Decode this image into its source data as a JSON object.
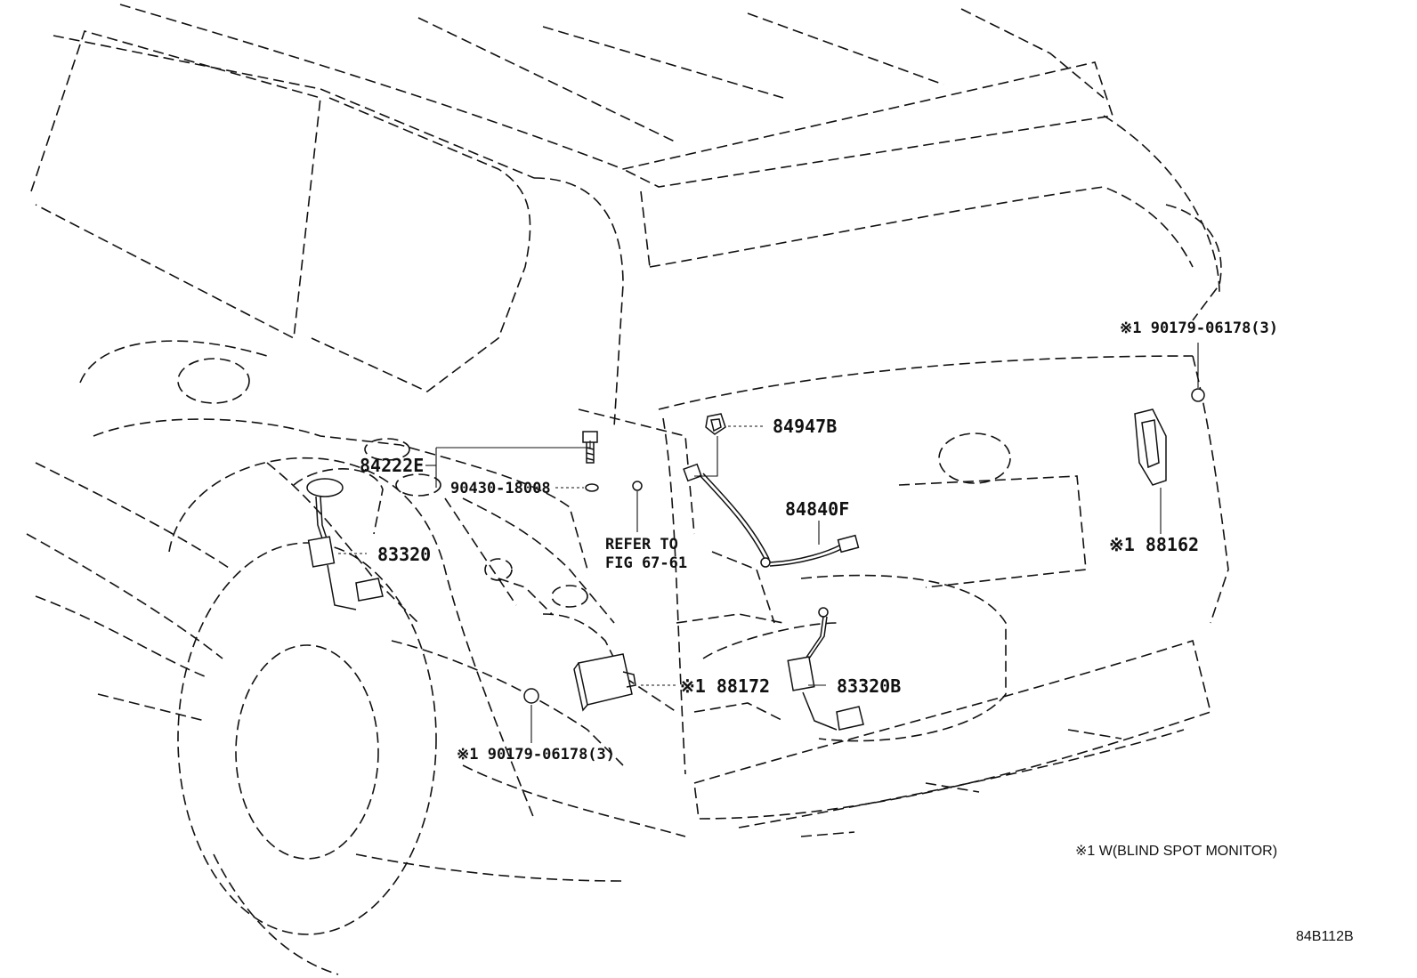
{
  "callouts": {
    "p84947b": "84947B",
    "p84222e": "84222E",
    "p90430": "90430-18008",
    "p83320": "83320",
    "refer_line1": "REFER TO",
    "refer_line2": "FIG 67-61",
    "p84840f": "84840F",
    "p88162": "※1 88162",
    "p90179_right": "※1 90179-06178(3)",
    "p88172": "※1 88172",
    "p83320b": "83320B",
    "p90179_bottom": "※1 90179-06178(3)"
  },
  "legend_note": "※1  W(BLIND SPOT MONITOR)",
  "figure_code": "84B112B"
}
